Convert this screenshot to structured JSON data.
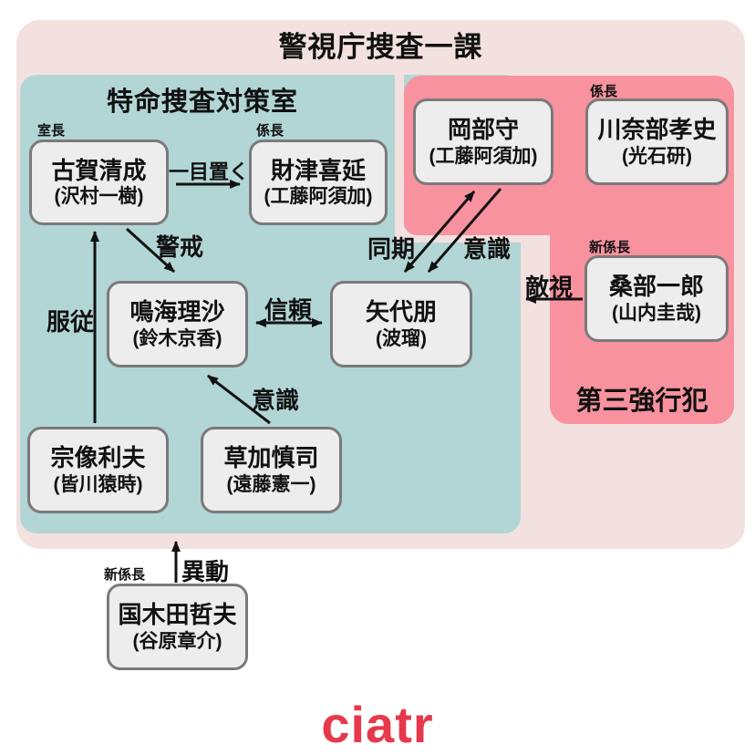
{
  "title": "警視庁捜査一課",
  "groups": {
    "tokumei": "特命捜査対策室",
    "daisan": "第三強行犯"
  },
  "people": {
    "koga": {
      "name": "古賀清成",
      "actor": "(沢村一樹)",
      "role": "室長"
    },
    "zaitsu": {
      "name": "財津喜延",
      "actor": "(工藤阿須加)",
      "role": "係長"
    },
    "okabe": {
      "name": "岡部守",
      "actor": "(工藤阿須加)"
    },
    "kawanabe": {
      "name": "川奈部孝史",
      "actor": "(光石研)",
      "role": "係長"
    },
    "narumi": {
      "name": "鳴海理沙",
      "actor": "(鈴木京香)"
    },
    "yashiro": {
      "name": "矢代朋",
      "actor": "(波瑠)"
    },
    "kuwabe": {
      "name": "桑部一郎",
      "actor": "(山内圭哉)",
      "role": "新係長"
    },
    "munakata": {
      "name": "宗像利夫",
      "actor": "(皆川猿時)"
    },
    "souka": {
      "name": "草加慎司",
      "actor": "(遠藤憲一)"
    },
    "kunikida": {
      "name": "国木田哲夫",
      "actor": "(谷原章介)",
      "role": "新係長"
    }
  },
  "relations": {
    "ichimoku": "一目置く",
    "fukuju": "服従",
    "keikai": "警戒",
    "shinrai": "信頼",
    "douki": "同期",
    "ishiki_okabe": "意識",
    "ishiki_souka": "意識",
    "tekishi": "敵視",
    "idou": "異動"
  },
  "logo": "ciatr",
  "colors": {
    "outer_panel": "#f3e1e0",
    "teal_panel": "#b2d6d5",
    "pink_panel": "#f8929e",
    "box_fill": "#ededed",
    "box_border": "#7a7a7a",
    "logo_red": "#e8384c",
    "text": "#111111"
  }
}
